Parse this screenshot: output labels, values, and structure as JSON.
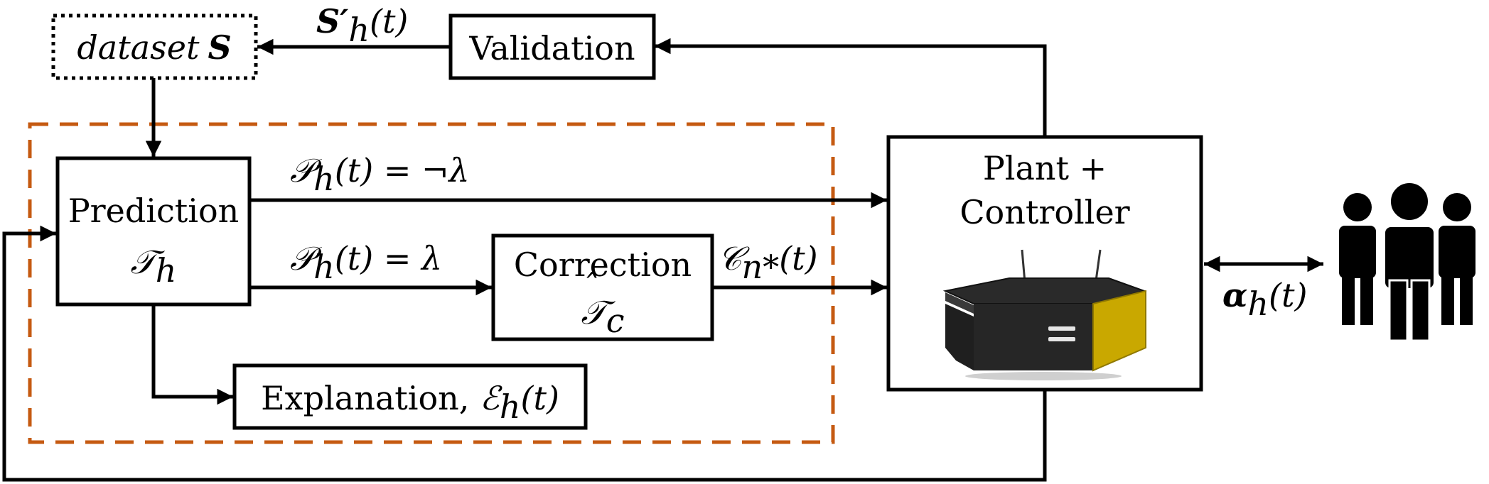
{
  "diagram": {
    "blocks": {
      "dataset": {
        "prefix": "dataset",
        "symbol": "S"
      },
      "validation": {
        "label": "Validation"
      },
      "prediction": {
        "label": "Prediction",
        "symbol": "𝒯",
        "sub": "h"
      },
      "correction": {
        "label": "Correction",
        "symbol": "𝒯",
        "hat": "̂",
        "sub": "c"
      },
      "explanation": {
        "label": "Explanation, ",
        "symbol": "ℰ",
        "sub": "h",
        "arg": "(t)"
      },
      "plant": {
        "line1": "Plant +",
        "line2": "Controller"
      }
    },
    "edges": {
      "validation_to_dataset": {
        "symbol": "S′",
        "sub": "h",
        "arg": "(t)"
      },
      "not_lambda": {
        "symbol": "𝒫",
        "sub": "h",
        "arg": "(t) = ¬λ"
      },
      "lambda": {
        "symbol": "𝒫",
        "sub": "h",
        "arg": "(t) = λ"
      },
      "correction_out": {
        "symbol": "𝒞",
        "sub": "n*",
        "arg": "(t)"
      },
      "human_interaction": {
        "symbol": "α",
        "sub": "h",
        "arg": "(t)"
      }
    },
    "colors": {
      "frame_dashed": "#C55A11",
      "stroke": "#000000",
      "robot_body": "#1f1f1f",
      "robot_panel": "#C9A800"
    },
    "icons": {
      "robot": "mobile-robot-icon",
      "users": "users-group-icon"
    }
  }
}
